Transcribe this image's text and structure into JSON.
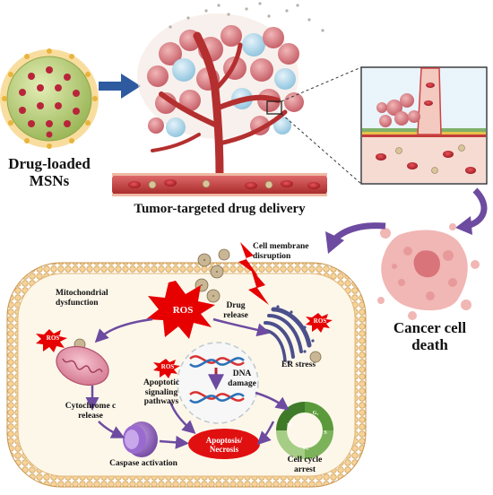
{
  "labels": {
    "drug_loaded": "Drug-loaded",
    "msns": "MSNs",
    "tumor_targeted": "Tumor-targeted drug delivery",
    "cancer_cell": "Cancer cell",
    "death": "death",
    "cell_membrane": "Cell membrane",
    "disruption": "disruption",
    "mitochondrial": "Mitochondrial",
    "dysfunction": "dysfunction",
    "ros_main": "ROS",
    "ros_small": "ROS",
    "drug": "Drug",
    "release": "release",
    "er_stress": "ER stress",
    "dna": "DNA",
    "damage": "damage",
    "apoptotic": "Apoptotic",
    "signaling": "signaling",
    "pathways": "pathways",
    "cytochrome": "Cytochrome c",
    "cyto_release": "release",
    "apoptosis": "Apoptosis/",
    "necrosis": "Necrosis",
    "caspase": "Caspase activation",
    "cell_cycle": "Cell cycle",
    "arrest": "arrest",
    "g1": "G₁",
    "s": "S",
    "g2": "G₂",
    "m": "M"
  },
  "colors": {
    "membrane": "#f0c989",
    "membrane_dark": "#d9a65a",
    "cytoplasm": "#fdf7ea",
    "nucleus": "#f5f5f5",
    "ros_red": "#e60000",
    "arrow": "#6d4ba0",
    "vessel": "#c0392b",
    "tumor_pink": "#d8848a",
    "tumor_blue": "#a8d0e6",
    "msn_body": "#c7d98a",
    "msn_dot": "#b8253a",
    "cycle_green": "#5a9a3a"
  },
  "icons": [
    "msn-nanoparticle-icon",
    "tumor-mass-icon",
    "blood-vessel-icon",
    "lightning-icon",
    "mitochondrion-icon",
    "dna-helix-icon",
    "er-icon",
    "cell-cycle-icon",
    "caspase-icon"
  ]
}
